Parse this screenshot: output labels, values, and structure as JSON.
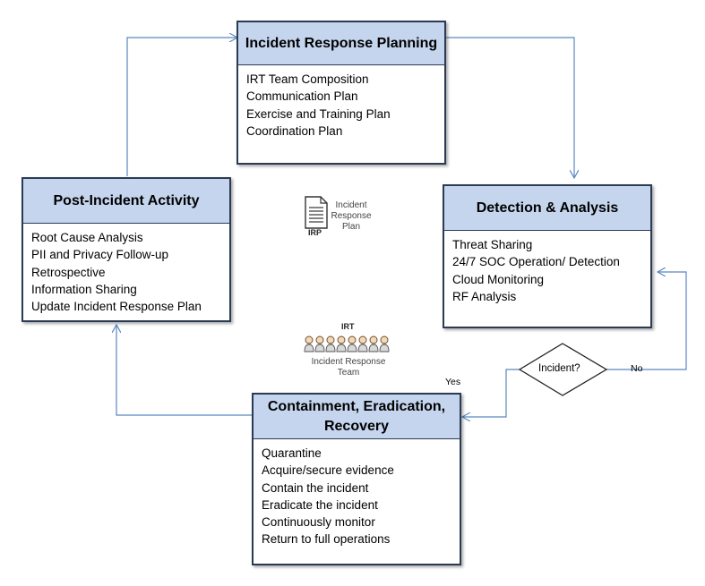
{
  "boxes": {
    "planning": {
      "title": "Incident Response Planning",
      "items": [
        "IRT Team Composition",
        "Communication  Plan",
        "Exercise and Training Plan",
        "Coordination  Plan"
      ]
    },
    "detection": {
      "title": "Detection & Analysis",
      "items": [
        "Threat Sharing",
        "24/7 SOC Operation/ Detection",
        "Cloud Monitoring",
        "RF Analysis"
      ]
    },
    "containment": {
      "title": "Containment, Eradication, Recovery",
      "items": [
        "Quarantine",
        "Acquire/secure evidence",
        "Contain the incident",
        "Eradicate the incident",
        "Continuously monitor",
        "Return to full operations"
      ]
    },
    "post": {
      "title": "Post-Incident Activity",
      "items": [
        "Root Cause Analysis",
        "PII and Privacy Follow-up",
        "Retrospective",
        "Information  Sharing",
        "Update Incident  Response Plan"
      ]
    }
  },
  "decision": {
    "label": "Incident?",
    "yes_label": "Yes",
    "no_label": "No"
  },
  "irp": {
    "badge": "IRP",
    "caption": [
      "Incident",
      "Response",
      "Plan"
    ]
  },
  "irt": {
    "badge": "IRT",
    "caption": [
      "Incident Response",
      "Team"
    ]
  },
  "colors": {
    "header_fill": "#c5d5ee",
    "border": "#2b3a55",
    "connector": "#5b87c0"
  }
}
